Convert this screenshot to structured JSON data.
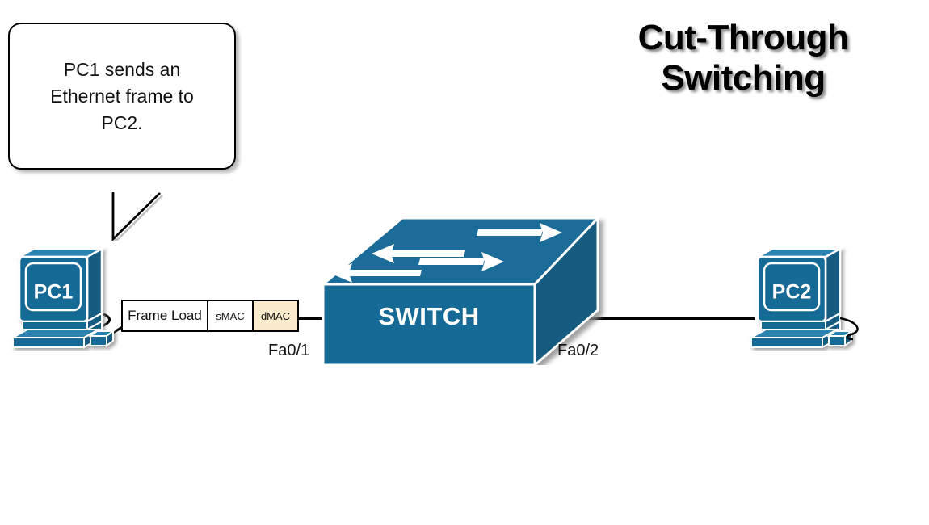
{
  "title": {
    "line1": "Cut-Through",
    "line2": "Switching"
  },
  "callout": {
    "text": "PC1 sends an\nEthernet frame to\nPC2."
  },
  "devices": {
    "pc1": {
      "label": "PC1"
    },
    "pc2": {
      "label": "PC2"
    },
    "switch": {
      "label": "SWITCH"
    }
  },
  "ports": {
    "left": "Fa0/1",
    "right": "Fa0/2"
  },
  "frame": {
    "cells": [
      {
        "label": "Frame Load",
        "fill": "#ffffff"
      },
      {
        "label": "sMAC",
        "fill": "#ffffff"
      },
      {
        "label": "dMAC",
        "fill": "#faebcd"
      }
    ]
  },
  "colors": {
    "device_blue": "#176b96",
    "device_blue_dark": "#125b80",
    "device_blue_light": "#2a82b0",
    "highlight_cream": "#faebcd",
    "cable": "#000000",
    "text": "#111111"
  },
  "chart_data": {
    "type": "diagram",
    "topology": "PC1 -- Fa0/1 -- SWITCH -- Fa0/2 -- PC2",
    "nodes": [
      "PC1",
      "SWITCH",
      "PC2"
    ],
    "links": [
      {
        "from": "PC1",
        "to": "SWITCH",
        "port": "Fa0/1"
      },
      {
        "from": "SWITCH",
        "to": "PC2",
        "port": "Fa0/2"
      }
    ],
    "frame_fields": [
      "Frame Load",
      "sMAC",
      "dMAC"
    ],
    "highlighted_field": "dMAC"
  }
}
